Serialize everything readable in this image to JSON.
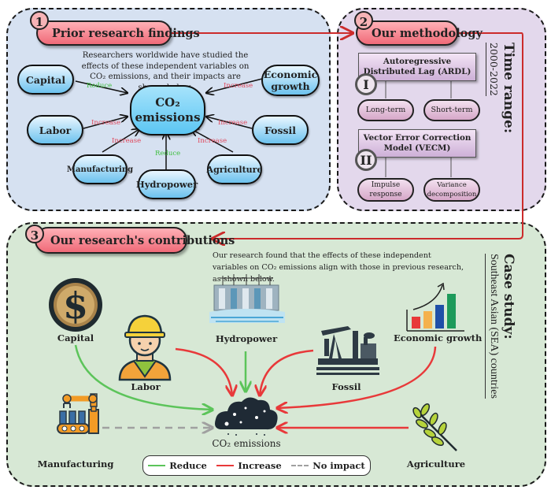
{
  "colors": {
    "reduce": "#5cc45a",
    "increase": "#e8393a",
    "no_impact": "#a0a0a0",
    "arrow_link": "#cc2b2b"
  },
  "section1": {
    "number": "1",
    "title": "Prior research findings",
    "intro": "Researchers worldwide have studied the effects of these independent variables on CO₂ emissions, and their impacts are shown below.",
    "center": "CO₂ emissions",
    "variables": [
      {
        "name": "Capital",
        "effect": "Reduce"
      },
      {
        "name": "Economic growth",
        "effect": "Increase"
      },
      {
        "name": "Labor",
        "effect": "Increase"
      },
      {
        "name": "Fossil",
        "effect": "Increase"
      },
      {
        "name": "Manufacturing",
        "effect": "Increase"
      },
      {
        "name": "Agriculture",
        "effect": "Increase"
      },
      {
        "name": "Hydropower",
        "effect": "Reduce"
      }
    ]
  },
  "section2": {
    "number": "2",
    "title": "Our methodology",
    "time_range_label": "Time range:",
    "time_range_value": "2000-2022",
    "methods": [
      {
        "numeral": "I",
        "name": "Autoregressive Distributed Lag (ARDL)",
        "outputs": [
          "Long-term",
          "Short-term"
        ]
      },
      {
        "numeral": "II",
        "name": "Vector Error Correction Model (VECM)",
        "outputs": [
          "Impulse response",
          "Variance decomposition"
        ]
      }
    ]
  },
  "section3": {
    "number": "3",
    "title": "Our research's contributions",
    "intro": "Our research found that the effects of these independent variables on CO₂ emissions align with those in previous research, as shown below.",
    "case_study_label": "Case study:",
    "case_study_value": "Southeast Asian (SEA) countries",
    "center": "CO₂ emissions",
    "variables": [
      {
        "name": "Capital",
        "icon": "dollar-coin-icon",
        "effect": "Reduce"
      },
      {
        "name": "Labor",
        "icon": "worker-icon",
        "effect": "Increase"
      },
      {
        "name": "Hydropower",
        "icon": "dam-icon",
        "effect": "Reduce"
      },
      {
        "name": "Fossil",
        "icon": "oil-pump-icon",
        "effect": "Increase"
      },
      {
        "name": "Economic growth",
        "icon": "bar-chart-icon",
        "effect": "Increase"
      },
      {
        "name": "Manufacturing",
        "icon": "robot-arm-icon",
        "effect": "No impact"
      },
      {
        "name": "Agriculture",
        "icon": "wheat-icon",
        "effect": "Increase"
      }
    ],
    "legend": [
      {
        "label": "Reduce",
        "style": "solid",
        "color": "#5cc45a"
      },
      {
        "label": "Increase",
        "style": "solid",
        "color": "#e8393a"
      },
      {
        "label": "No impact",
        "style": "dashed",
        "color": "#a0a0a0"
      }
    ]
  }
}
